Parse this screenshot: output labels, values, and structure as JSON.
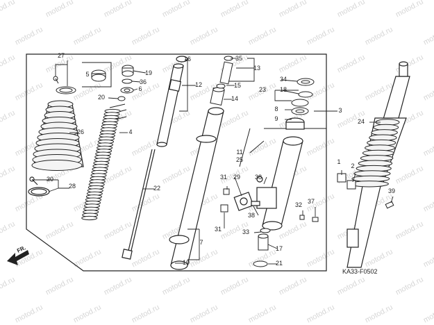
{
  "watermark": "motod.ru",
  "diagram_code": "KA33-F0502",
  "direction_label": "FR.",
  "callouts": {
    "c1": "1",
    "c2": "2",
    "c3": "3",
    "c4": "4",
    "c5": "5",
    "c6": "6",
    "c7": "7",
    "c8": "8",
    "c9": "9",
    "c10": "10",
    "c1125": "11\n25",
    "c12": "12",
    "c13": "13",
    "c14": "14",
    "c15": "15",
    "c16": "16",
    "c17": "17",
    "c18": "18",
    "c19": "19",
    "c20": "20",
    "c21": "21",
    "c22": "22",
    "c23": "23",
    "c24": "24",
    "c26": "26",
    "c27": "27",
    "c28": "28",
    "c29": "29",
    "c30": "30",
    "c31a": "31",
    "c31b": "31",
    "c32": "32",
    "c33": "33",
    "c34": "34",
    "c35": "35",
    "c36": "36",
    "c37": "37",
    "c38a": "38",
    "c38b": "38",
    "c39": "39"
  },
  "colors": {
    "line": "#222222",
    "watermark": "#c9c9c9",
    "paper": "#ffffff"
  }
}
